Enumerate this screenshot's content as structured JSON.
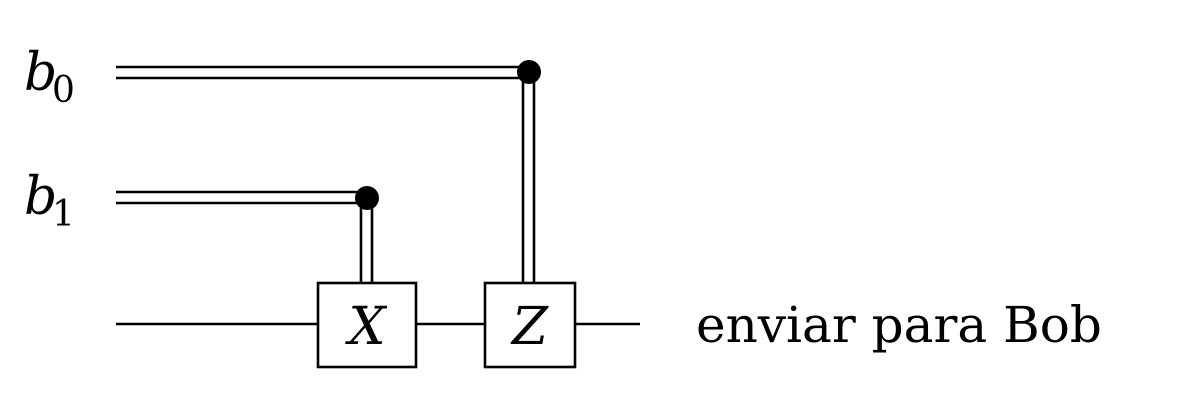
{
  "inputs": {
    "b0": {
      "base": "b",
      "sub": "0"
    },
    "b1": {
      "base": "b",
      "sub": "1"
    }
  },
  "gates": {
    "x": {
      "label": "X"
    },
    "z": {
      "label": "Z"
    }
  },
  "output": {
    "label": "enviar para Bob"
  },
  "colors": {
    "ink": "#000000",
    "background": "#ffffff"
  }
}
